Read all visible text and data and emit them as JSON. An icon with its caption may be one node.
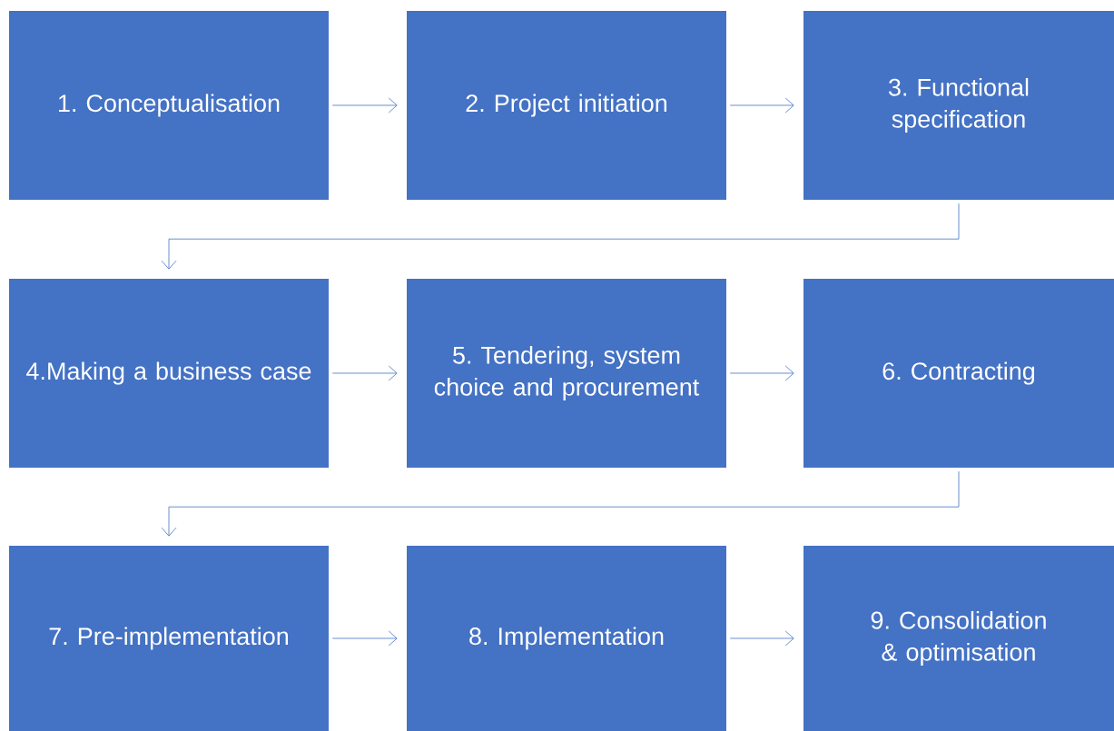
{
  "diagram": {
    "nodes": [
      {
        "text": [
          "1. Conceptualisation"
        ]
      },
      {
        "text": [
          "2. Project initiation"
        ]
      },
      {
        "text": [
          "3. Functional specification"
        ]
      },
      {
        "text": [
          "4.Making a business case"
        ]
      },
      {
        "text": [
          "5. Tendering, system choice and procurement"
        ]
      },
      {
        "text": [
          "6. Contracting"
        ]
      },
      {
        "text": [
          "7. Pre-implementation"
        ]
      },
      {
        "text": [
          "8. Implementation"
        ]
      },
      {
        "text": [
          "9. Consolidation & optimisation"
        ]
      }
    ],
    "edges": [
      {
        "from": 0,
        "to": 1,
        "arrow": "to"
      },
      {
        "from": 1,
        "to": 2,
        "arrow": "to"
      },
      {
        "from": 2,
        "to": 3,
        "arrow": "to"
      },
      {
        "from": 3,
        "to": 4,
        "arrow": "to"
      },
      {
        "from": 4,
        "to": 5,
        "arrow": "to"
      },
      {
        "from": 5,
        "to": 6,
        "arrow": "to"
      },
      {
        "from": 6,
        "to": 7,
        "arrow": "to"
      },
      {
        "from": 7,
        "to": 8,
        "arrow": "to"
      }
    ]
  }
}
